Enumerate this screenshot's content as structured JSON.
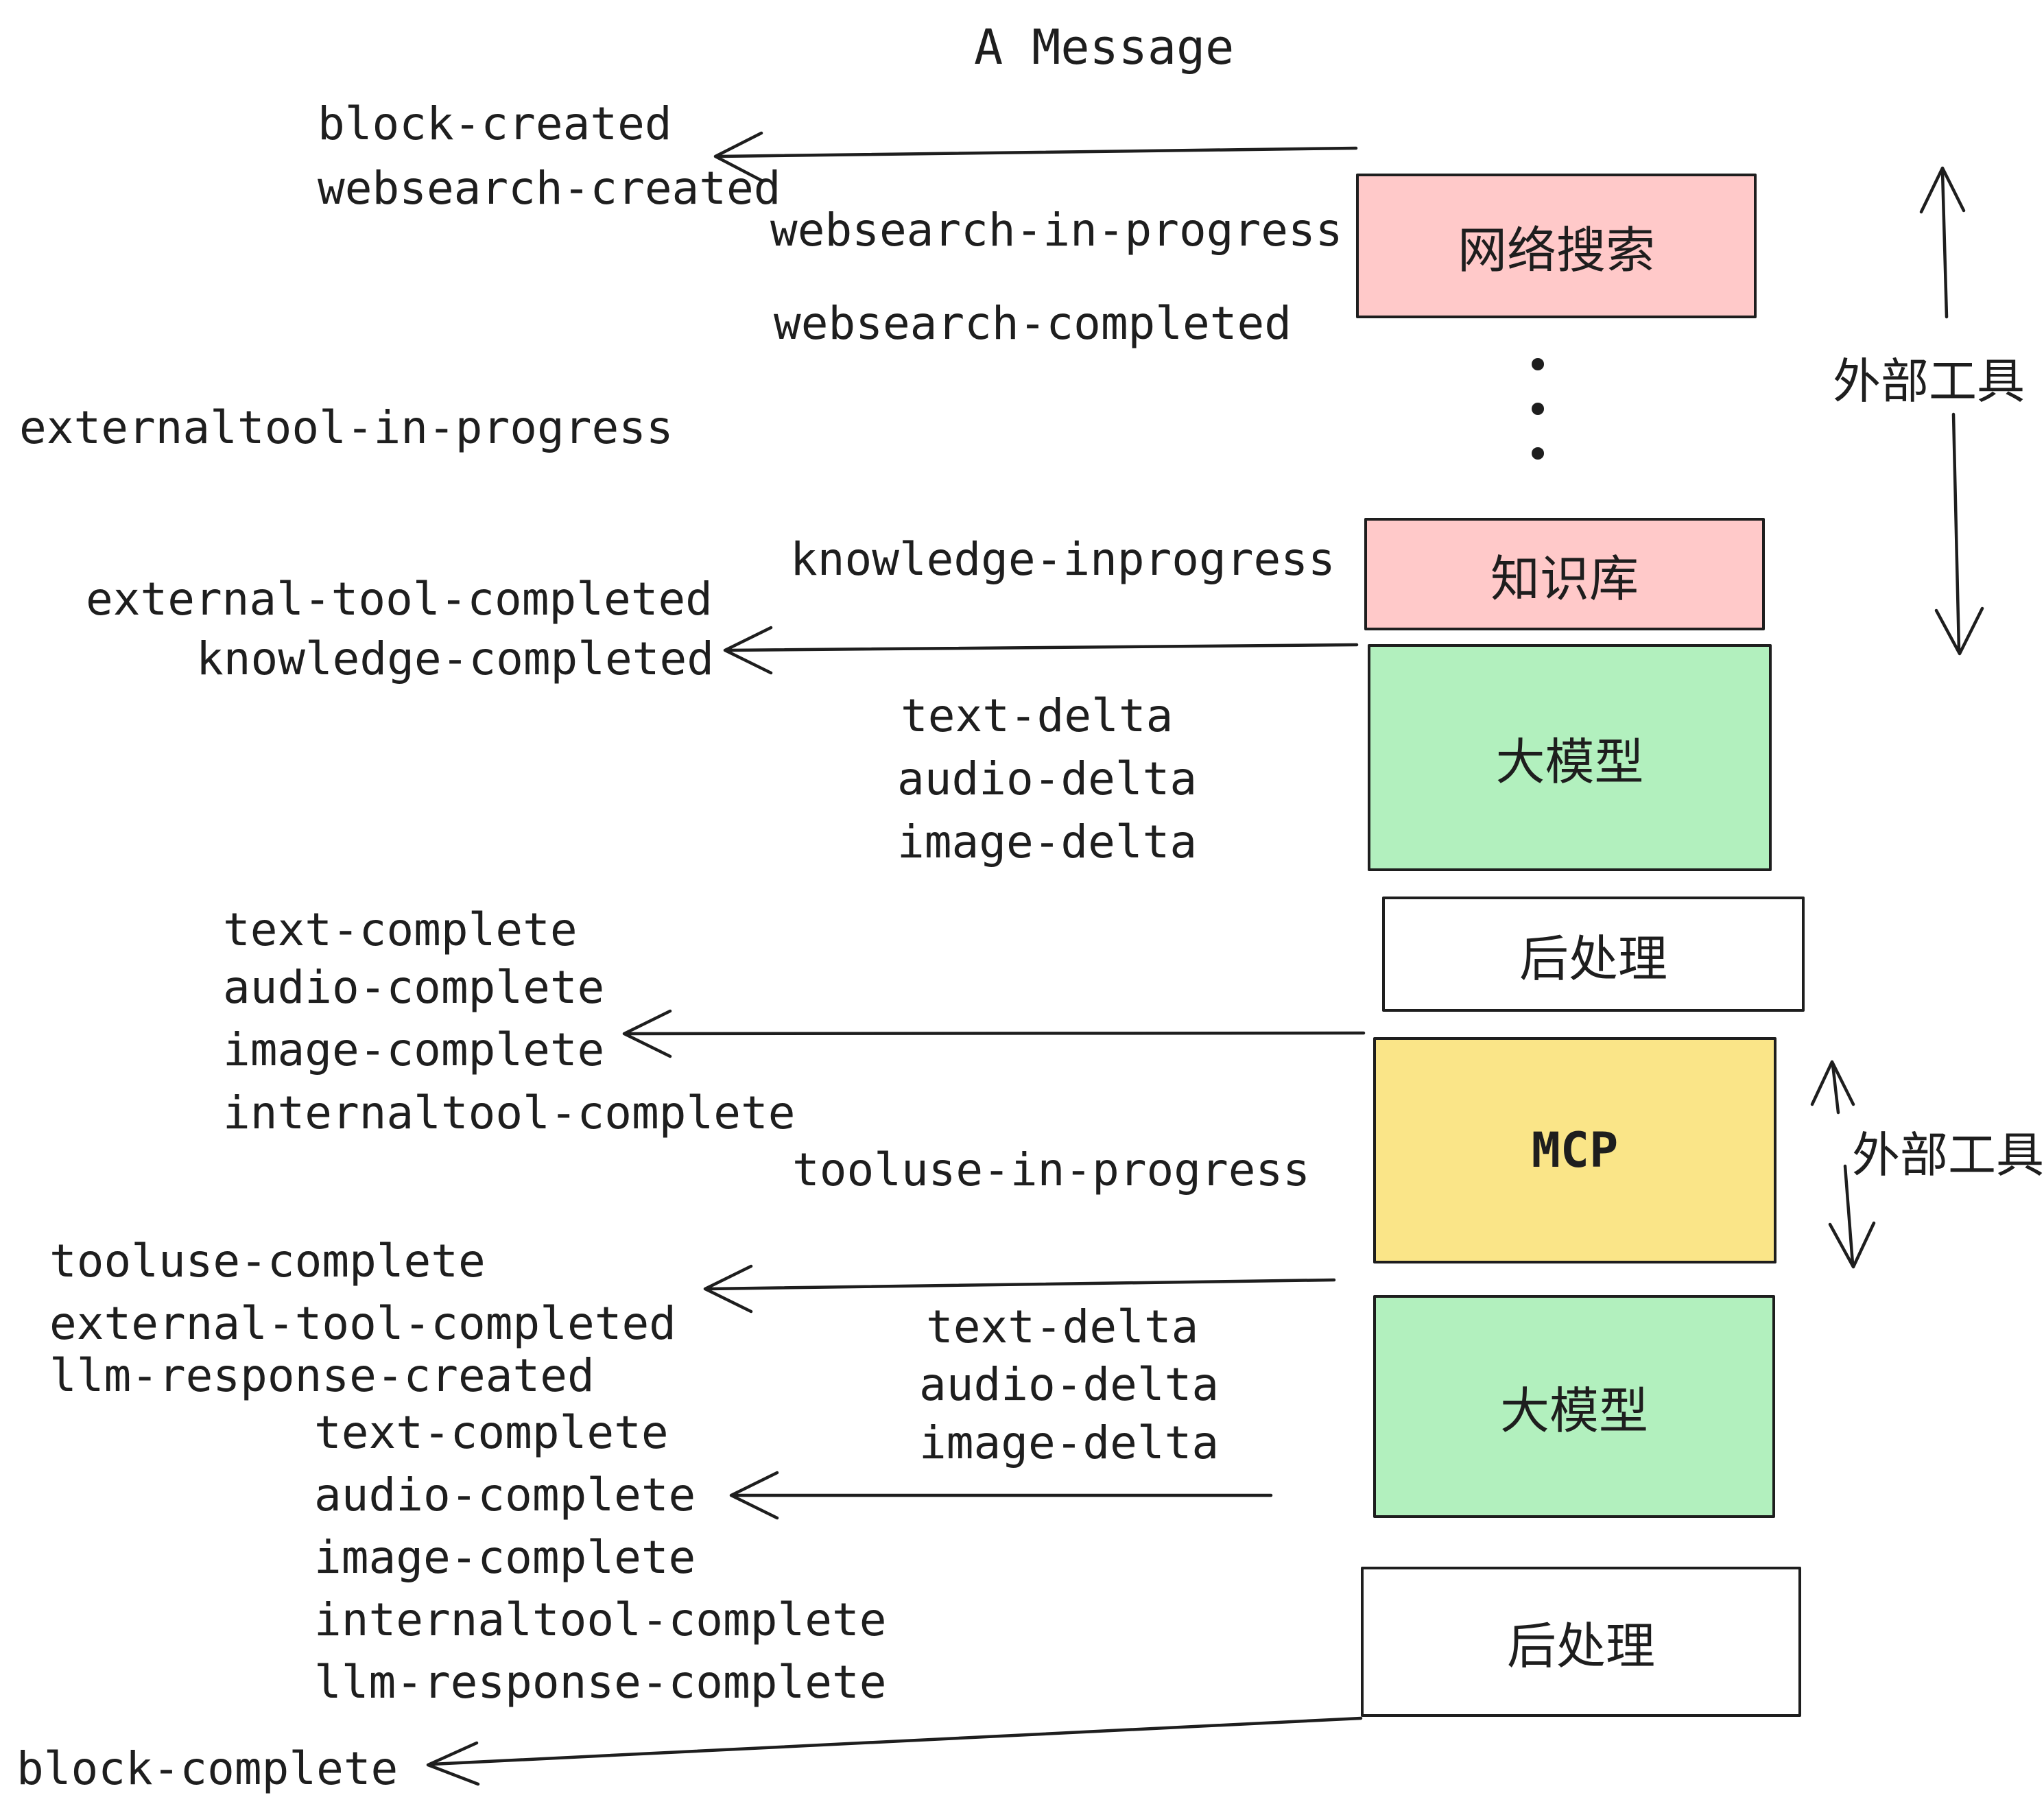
{
  "title": "A Message",
  "events": {
    "block_created": "block-created",
    "websearch_created": "websearch-created",
    "websearch_in_progress": "websearch-in-progress",
    "websearch_completed": "websearch-completed",
    "externaltool_in_progress": "externaltool-in-progress",
    "knowledge_inprogress": "knowledge-inprogress",
    "external_tool_completed": "external-tool-completed",
    "knowledge_completed": "knowledge-completed",
    "text_delta": "text-delta",
    "audio_delta": "audio-delta",
    "image_delta": "image-delta",
    "text_complete": "text-complete",
    "audio_complete": "audio-complete",
    "image_complete": "image-complete",
    "internaltool_complete": "internaltool-complete",
    "tooluse_in_progress": "tooluse-in-progress",
    "tooluse_complete": "tooluse-complete",
    "llm_response_created": "llm-response-created",
    "llm_response_complete": "llm-response-complete",
    "block_complete": "block-complete"
  },
  "boxes": {
    "websearch": {
      "label": "网络搜索",
      "fill": "#ffc9c9"
    },
    "knowledge": {
      "label": "知识库",
      "fill": "#ffc9c9"
    },
    "llm_top": {
      "label": "大模型",
      "fill": "#b2f0be"
    },
    "post_top": {
      "label": "后处理",
      "fill": "#ffffff"
    },
    "mcp": {
      "label": "MCP",
      "fill": "#fae588"
    },
    "llm_bottom": {
      "label": "大模型",
      "fill": "#b2f0be"
    },
    "post_bottom": {
      "label": "后处理",
      "fill": "#ffffff"
    }
  },
  "side_labels": {
    "external_tools_top": "外部工具",
    "external_tools_bottom": "外部工具"
  },
  "ellipsis": "•\n•\n•",
  "colors": {
    "ink": "#1e1e1e",
    "pink": "#ffc9c9",
    "green": "#b2f0be",
    "yellow": "#fae588",
    "white": "#ffffff",
    "background": "#ffffff"
  }
}
